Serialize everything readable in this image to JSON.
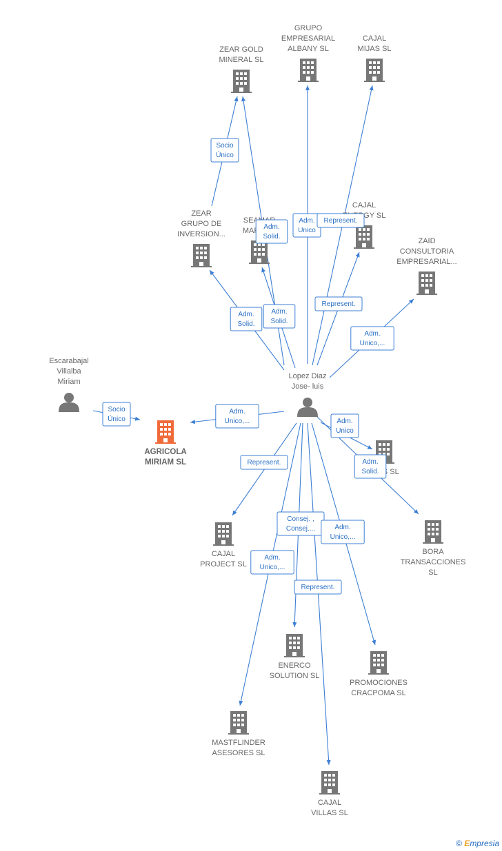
{
  "colors": {
    "edge": "#3d7fd4",
    "building": "#777777",
    "focus": "#f06a3a",
    "person": "#777777",
    "label": "#666666"
  },
  "nodes": [
    {
      "id": "zear_gold",
      "type": "company",
      "icon": "building-icon",
      "lines": [
        "ZEAR GOLD",
        "MINERAL SL"
      ]
    },
    {
      "id": "albany",
      "type": "company",
      "icon": "building-icon",
      "lines": [
        "GRUPO",
        "EMPRESARIAL",
        "ALBANY  SL"
      ]
    },
    {
      "id": "cajal_mijas",
      "type": "company",
      "icon": "building-icon",
      "lines": [
        "CAJAL",
        "MIJAS  SL"
      ]
    },
    {
      "id": "zear_grupo",
      "type": "company",
      "icon": "building-icon",
      "lines": [
        "ZEAR",
        "GRUPO DE",
        "INVERSION..."
      ]
    },
    {
      "id": "seamar",
      "type": "company",
      "icon": "building-icon",
      "lines": [
        "SEAMAR",
        "MARBE..."
      ]
    },
    {
      "id": "cajal_energy",
      "type": "company",
      "icon": "building-icon",
      "lines": [
        "CAJAL",
        "ENERGY  SL"
      ]
    },
    {
      "id": "zaid",
      "type": "company",
      "icon": "building-icon",
      "lines": [
        "ZAID",
        "CONSULTORIA",
        "EMPRESARIAL..."
      ]
    },
    {
      "id": "escarabajal",
      "type": "person",
      "icon": "person-icon",
      "lines": [
        "Escarabajal",
        "Villalba",
        "Miriam"
      ]
    },
    {
      "id": "lopez",
      "type": "person",
      "icon": "person-icon",
      "lines": [
        "Lopez Diaz",
        "Jose- luis"
      ]
    },
    {
      "id": "agricola",
      "type": "focus",
      "icon": "building-icon",
      "lines": [
        "AGRICOLA",
        "MIRIAM  SL"
      ]
    },
    {
      "id": "cajal_ias",
      "type": "company",
      "icon": "building-icon",
      "lines": [
        "...IAS SL"
      ]
    },
    {
      "id": "cajal_project",
      "type": "company",
      "icon": "building-icon",
      "lines": [
        "CAJAL",
        "PROJECT  SL"
      ]
    },
    {
      "id": "bora",
      "type": "company",
      "icon": "building-icon",
      "lines": [
        "BORA",
        "TRANSACCIONES",
        "SL"
      ]
    },
    {
      "id": "enerco",
      "type": "company",
      "icon": "building-icon",
      "lines": [
        "ENERCO",
        "SOLUTION  SL"
      ]
    },
    {
      "id": "promociones",
      "type": "company",
      "icon": "building-icon",
      "lines": [
        "PROMOCIONES",
        "CRACPOMA SL"
      ]
    },
    {
      "id": "mastflinder",
      "type": "company",
      "icon": "building-icon",
      "lines": [
        "MASTFLINDER",
        "ASESORES  SL"
      ]
    },
    {
      "id": "cajal_villas",
      "type": "company",
      "icon": "building-icon",
      "lines": [
        "CAJAL",
        "VILLAS  SL"
      ]
    }
  ],
  "edges": [
    {
      "from": "zear_grupo",
      "to": "zear_gold",
      "label": [
        "Socio",
        "Único"
      ]
    },
    {
      "from": "lopez",
      "to": "zear_gold",
      "label": [
        "Adm.",
        "Solid."
      ]
    },
    {
      "from": "lopez",
      "to": "albany",
      "label": [
        "Adm.",
        "Unico"
      ]
    },
    {
      "from": "lopez",
      "to": "cajal_mijas",
      "label": [
        "Represent."
      ]
    },
    {
      "from": "lopez",
      "to": "zear_grupo",
      "label": [
        "Adm.",
        "Solid."
      ]
    },
    {
      "from": "lopez",
      "to": "seamar",
      "label": [
        "Adm.",
        "Solid."
      ]
    },
    {
      "from": "lopez",
      "to": "cajal_energy",
      "label": [
        "Represent."
      ]
    },
    {
      "from": "lopez",
      "to": "zaid",
      "label": [
        "Adm.",
        "Unico,..."
      ]
    },
    {
      "from": "escarabajal",
      "to": "agricola",
      "label": [
        "Socio",
        "Único"
      ]
    },
    {
      "from": "lopez",
      "to": "agricola",
      "label": [
        "Adm.",
        "Unico,..."
      ]
    },
    {
      "from": "lopez",
      "to": "cajal_ias",
      "label": [
        "Adm.",
        "Unico"
      ]
    },
    {
      "from": "lopez",
      "to": "bora",
      "label": [
        "Adm.",
        "Solid."
      ]
    },
    {
      "from": "lopez",
      "to": "cajal_project",
      "label": [
        "Represent."
      ]
    },
    {
      "from": "lopez",
      "to": "enerco",
      "label": [
        "Consej. ,",
        "Consej...."
      ]
    },
    {
      "from": "lopez",
      "to": "promociones",
      "label": [
        "Adm.",
        "Unico,..."
      ]
    },
    {
      "from": "lopez",
      "to": "mastflinder",
      "label": [
        "Adm.",
        "Unico,..."
      ]
    },
    {
      "from": "lopez",
      "to": "cajal_villas",
      "label": [
        "Represent."
      ]
    }
  ],
  "footer": {
    "copyright": "©",
    "brand_e": "E",
    "brand_rest": "mpresia"
  }
}
